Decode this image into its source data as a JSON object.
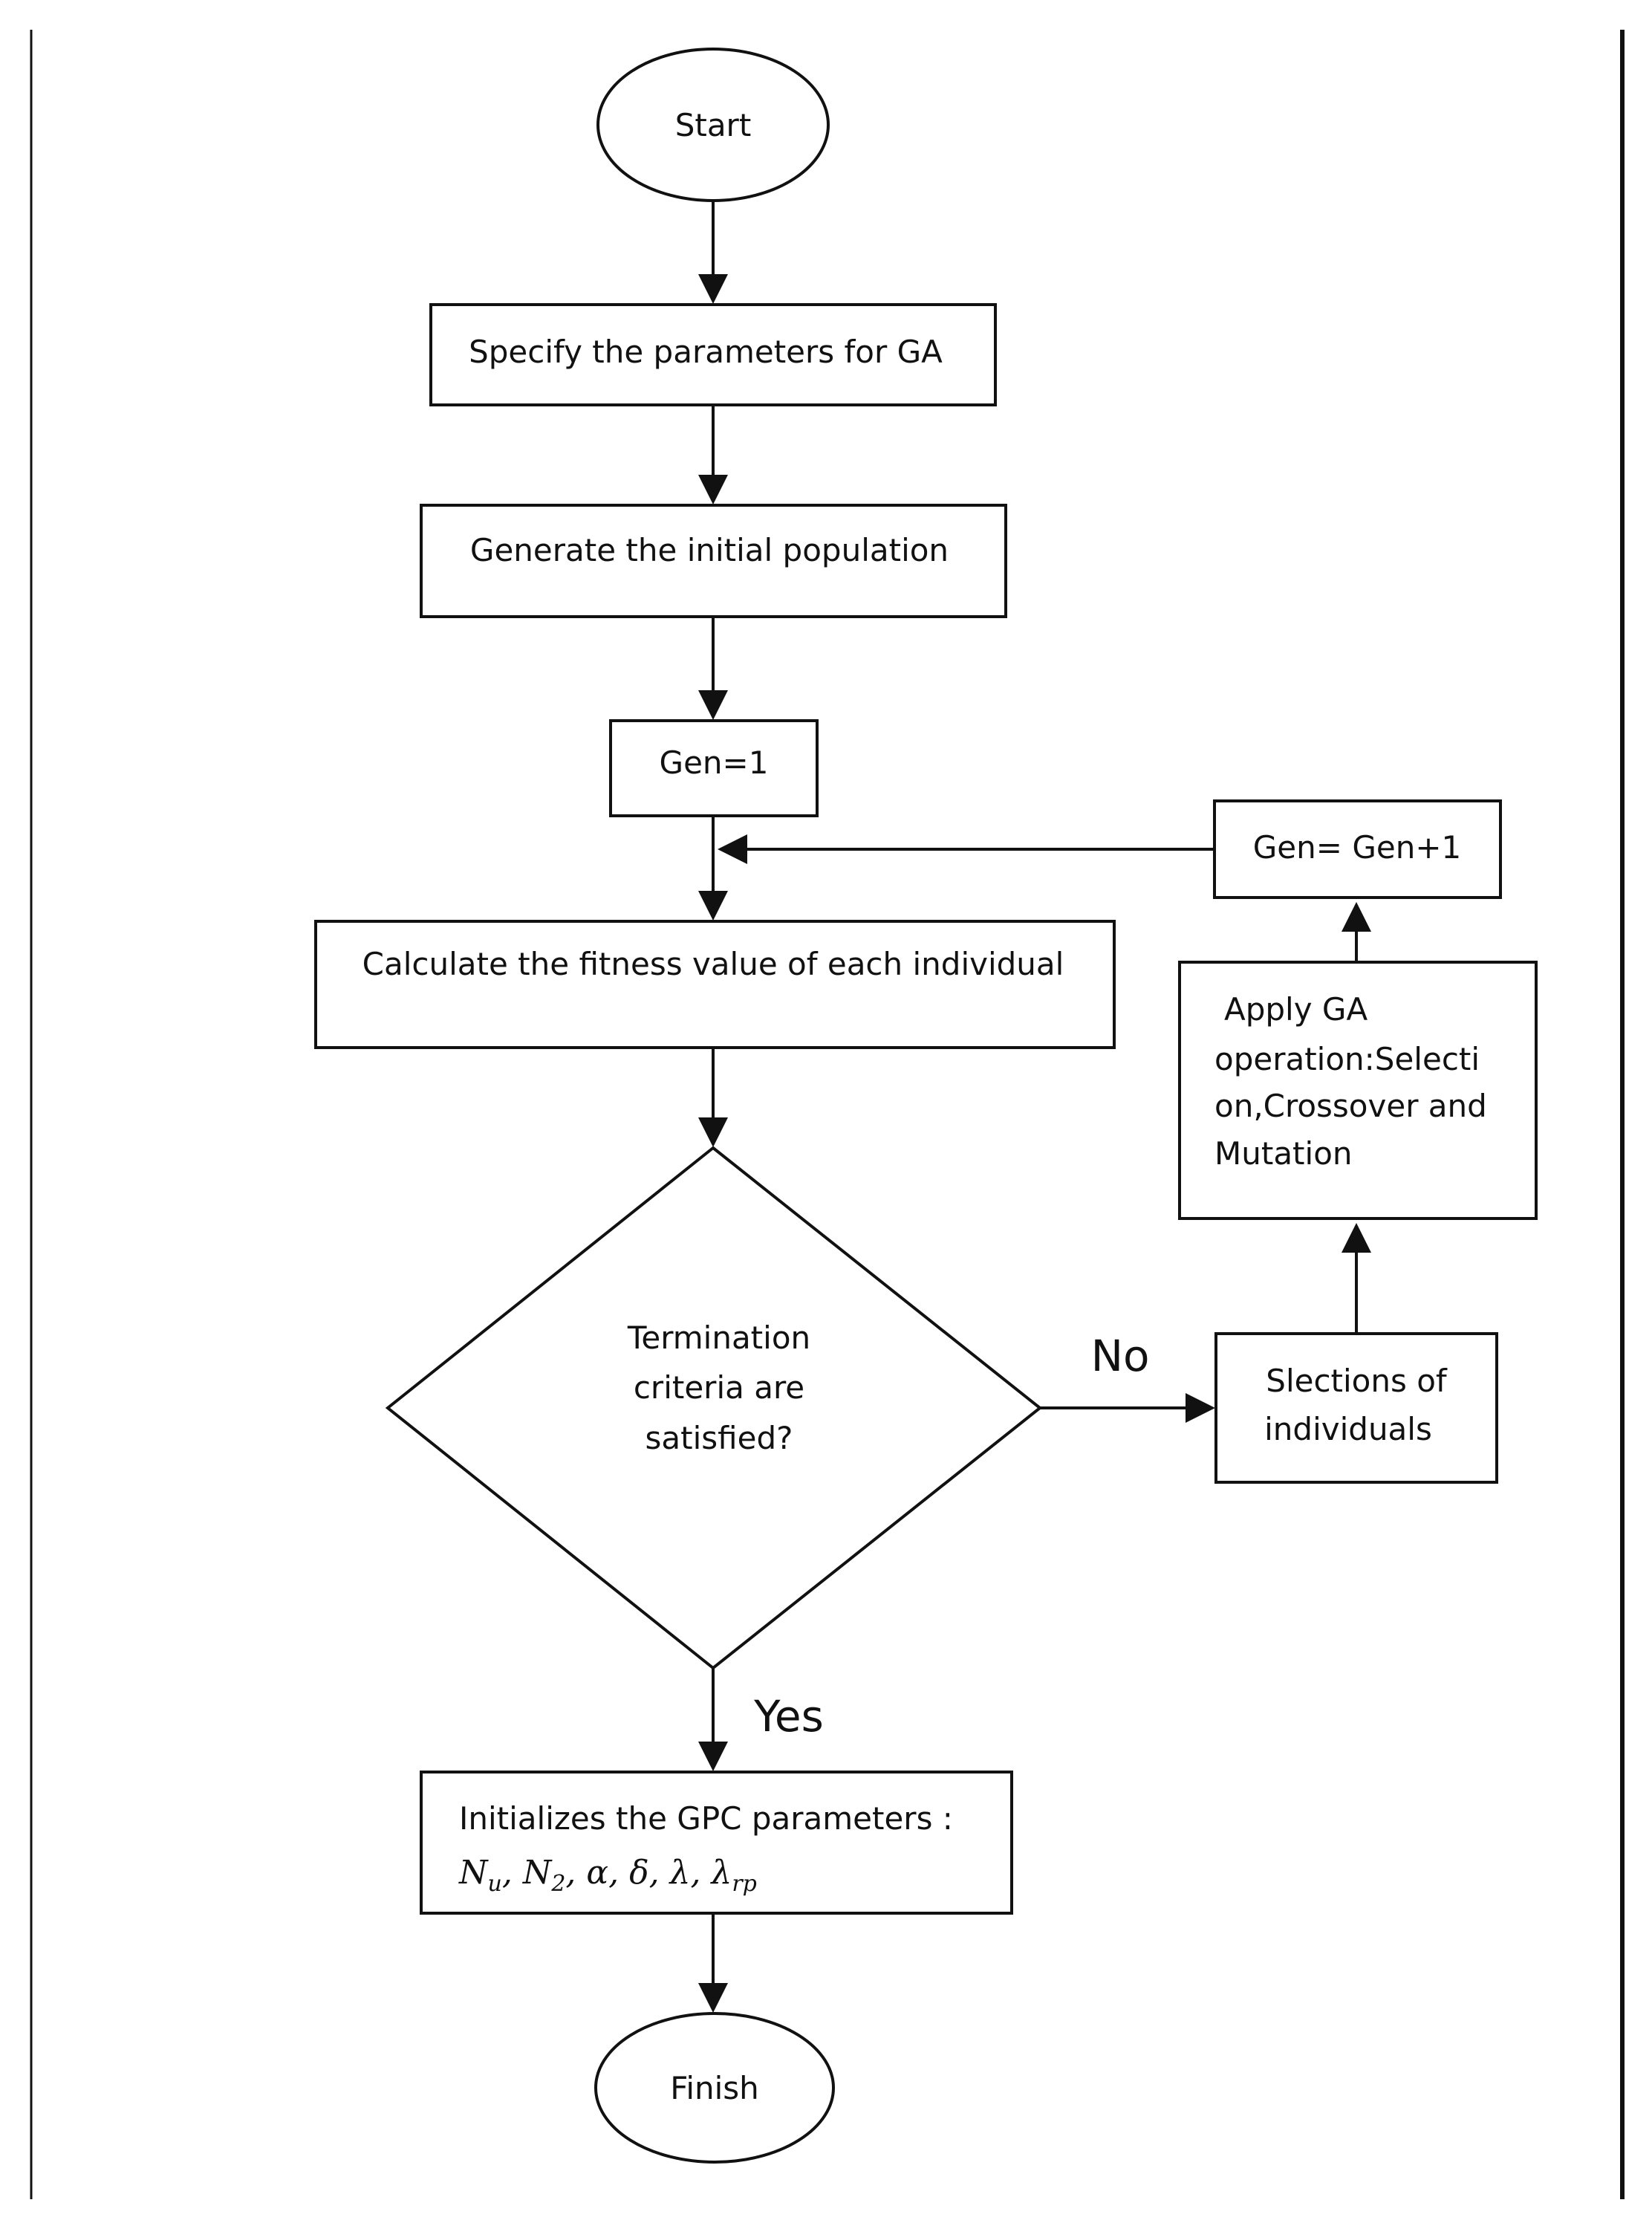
{
  "nodes": {
    "start": "Start",
    "specify": "Specify the parameters  for GA",
    "generate": "Generate the initial population",
    "gen_init": "Gen=1",
    "fitness": "Calculate the fitness value of each individual",
    "decision": [
      "Termination",
      "criteria  are",
      "satisfied?"
    ],
    "selections": [
      "Slections of",
      "individuals"
    ],
    "apply_ga": [
      "Apply GA",
      "operation:Selecti",
      "on,Crossover and",
      "Mutation"
    ],
    "gen_incr": "Gen= Gen+1",
    "initializes": {
      "line1": "Initializes the GPC parameters :",
      "math": {
        "N": "N",
        "u": "u",
        "sep1": ", ",
        "N2": "N",
        "two": "2",
        "sep2": ", ",
        "alpha": "α",
        "sep3": ", ",
        "delta": "δ",
        "sep4": ", ",
        "lambda": "λ",
        "sep5": ", ",
        "lambda2": "λ",
        "rp": "rp"
      }
    },
    "finish": "Finish"
  },
  "edge_labels": {
    "no": "No",
    "yes": "Yes"
  }
}
